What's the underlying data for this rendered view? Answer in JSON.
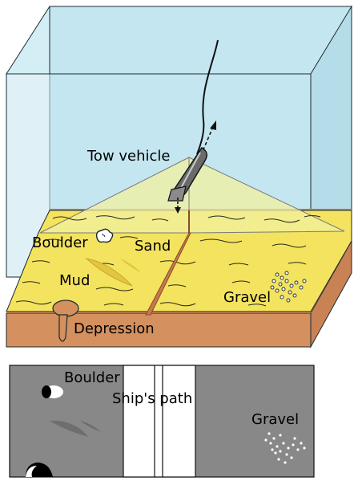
{
  "diagram": {
    "top_view_labels": {
      "tow_vehicle": "Tow vehicle",
      "boulder": "Boulder",
      "sand": "Sand",
      "mud": "Mud",
      "gravel": "Gravel",
      "depression": "Depression"
    },
    "sonar_image_labels": {
      "boulder": "Boulder",
      "ships_path": "Ship's path",
      "gravel": "Gravel"
    },
    "colors": {
      "water": "#c4e6f0",
      "water_edge": "#1c2a30",
      "seabed": "#f3e35e",
      "sediment": "#d4905e",
      "sediment_dark": "#b8734a",
      "beam": "#f2f0a0",
      "vehicle": "#6a6a6a",
      "sonar_bg": "#888888",
      "sonar_path": "#ffffff"
    }
  }
}
